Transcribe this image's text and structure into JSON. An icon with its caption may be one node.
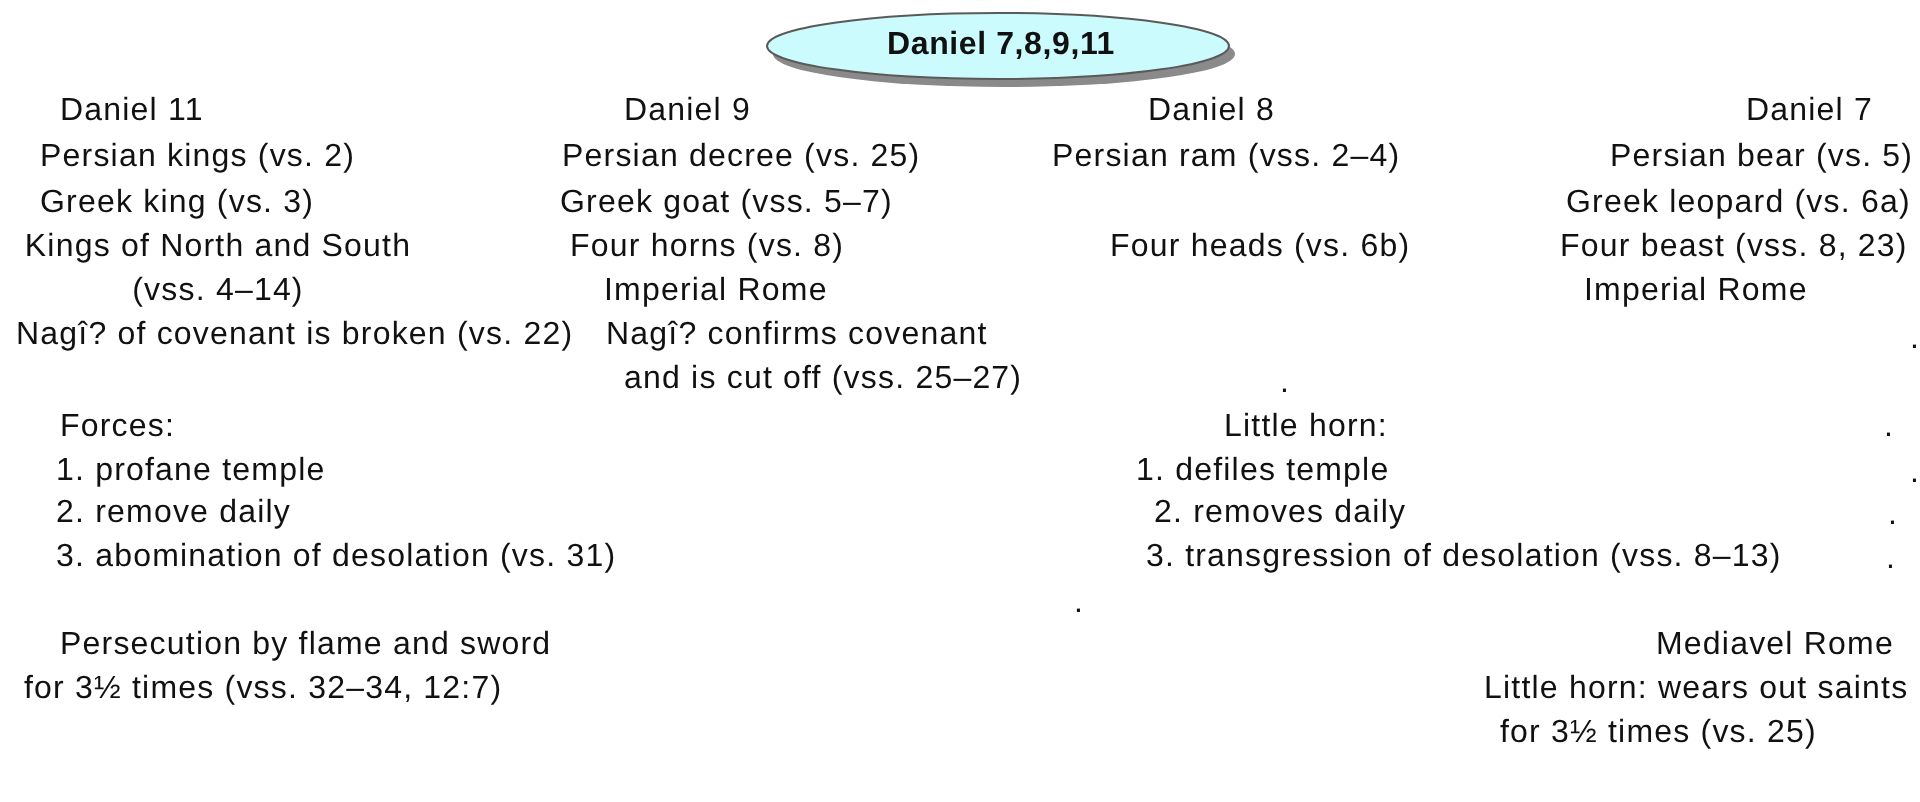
{
  "diagram": {
    "nodes": [
      {
        "text": [
          "Daniel 7,8,9,11"
        ]
      }
    ],
    "labels": [
      "Daniel 11",
      "Daniel 9",
      "Daniel 8",
      "Daniel 7",
      "Persian kings (vs. 2)",
      "Persian decree (vs. 25)",
      "Persian ram (vss. 2–4)",
      "Persian bear (vs. 5)",
      "Greek king (vs. 3)",
      "Greek goat (vss. 5–7)",
      "Greek leopard (vs. 6a)",
      "Kings of North and South (vss. 4–14)",
      "Four horns (vs. 8)",
      "Four heads (vs. 6b)",
      "Four beast (vss. 8, 23)",
      "Imperial Rome",
      "Imperial Rome",
      "Nagî? of covenant is broken (vs. 22)",
      "Nagî? confirms covenant and is cut off (vss. 25–27)",
      ".",
      ".",
      "Forces:",
      "Little horn:",
      ".",
      "1. profane temple",
      "1. defiles temple",
      ".",
      "2. remove daily",
      "2. removes daily",
      ".",
      "3. abomination of desolation (vs. 31)",
      "3. transgression of desolation (vss. 8–13)",
      ".",
      ".",
      "Persecution by flame and sword for 3½ times (vss. 32–34, 12:7)",
      "Mediavel Rome",
      "Little horn: wears out saints for 3½ times (vs. 25)"
    ]
  }
}
